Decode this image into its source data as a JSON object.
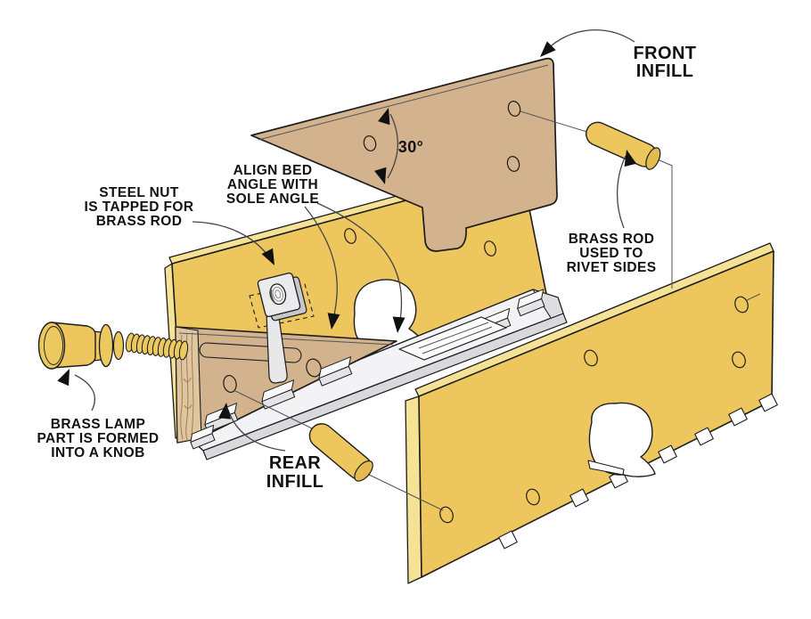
{
  "labels": {
    "front_infill": [
      "FRONT",
      "INFILL"
    ],
    "angle_30": "30°",
    "steel_nut": [
      "STEEL NUT",
      "IS TAPPED FOR",
      "BRASS ROD"
    ],
    "align_bed": [
      "ALIGN BED",
      "ANGLE WITH",
      "SOLE ANGLE"
    ],
    "brass_rod": [
      "BRASS ROD",
      "USED TO",
      "RIVET SIDES"
    ],
    "brass_lamp": [
      "BRASS LAMP",
      "PART IS FORMED",
      "INTO A KNOB"
    ],
    "rear_infill": [
      "REAR",
      "INFILL"
    ]
  },
  "colors": {
    "background": "#ffffff",
    "brass_plate": "#edc75e",
    "brass_edge_highlight": "#f6e294",
    "wood_tan": "#d3b28e",
    "wood_end_grain": "#dfc5a0",
    "wood_grain_stroke": "#a07f52",
    "steel_face": "#ebebed",
    "steel_side": "#c6c7cb",
    "sole_top": "#f3f3f5",
    "sole_front": "#d8d8dd",
    "mouth_flat": "#fcfcfd",
    "outline": "#1c1c1c",
    "leader_line": "#454545"
  }
}
